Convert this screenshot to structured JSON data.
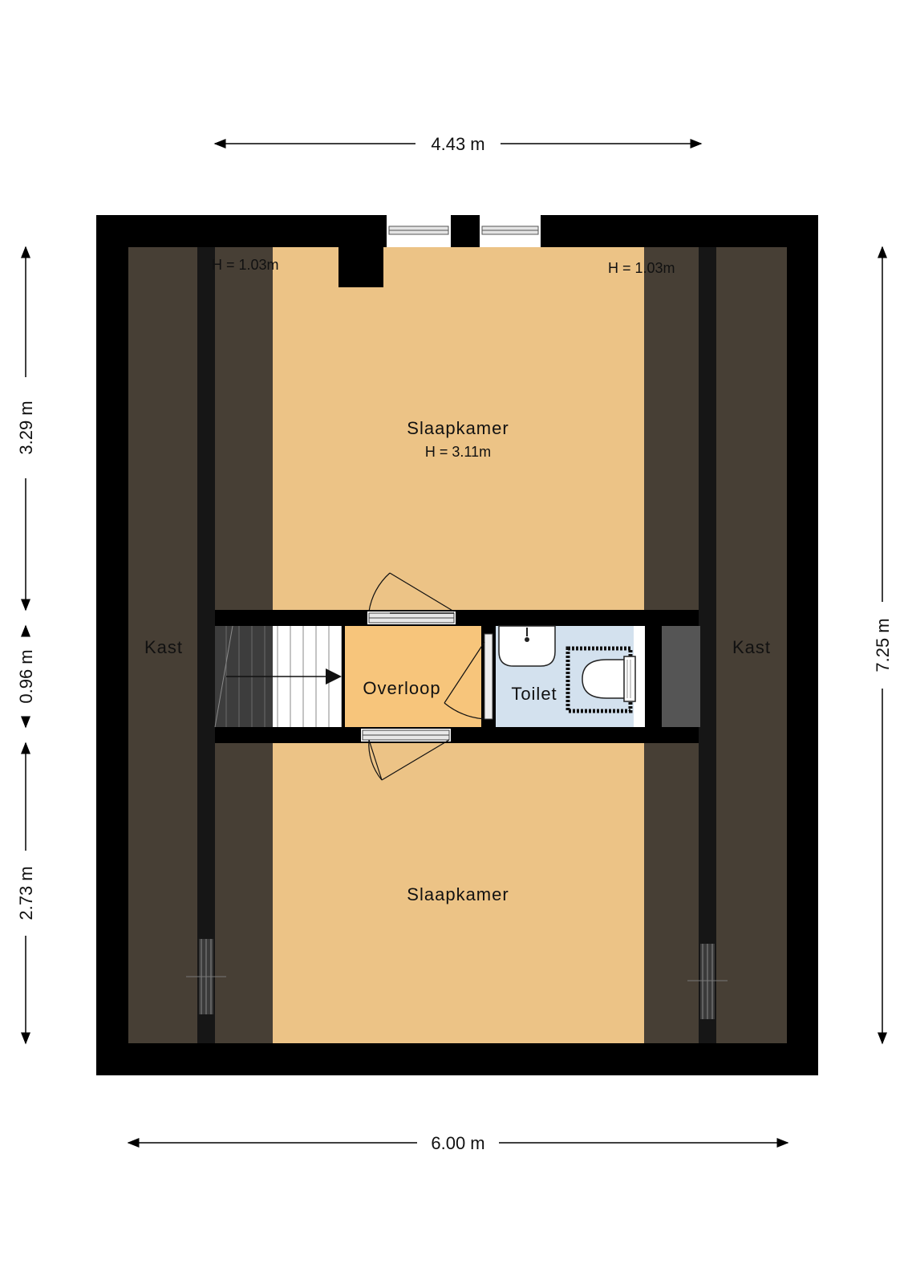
{
  "dimensions": {
    "top": "4.43 m",
    "bottom": "6.00 m",
    "left_upper": "3.29 m",
    "left_middle": "0.96 m",
    "left_lower": "2.73 m",
    "right_total": "7.25 m"
  },
  "rooms": {
    "bedroom_top": {
      "name": "Slaapkamer",
      "height": "H = 3.11m"
    },
    "bedroom_bottom": {
      "name": "Slaapkamer"
    },
    "landing": {
      "name": "Overloop"
    },
    "toilet": {
      "name": "Toilet"
    },
    "closet_left": {
      "name": "Kast"
    },
    "closet_right": {
      "name": "Kast"
    }
  },
  "heights": {
    "left": "H = 1.03m",
    "right": "H = 1.03m"
  },
  "colors": {
    "wall": "#000000",
    "bedroom": "#ecc386",
    "landing": "#f7c57b",
    "closet": "#473f35",
    "toilet": "#d3e1ee",
    "stair_dark": "#3d3d3d",
    "window": "#e4e4e4"
  }
}
